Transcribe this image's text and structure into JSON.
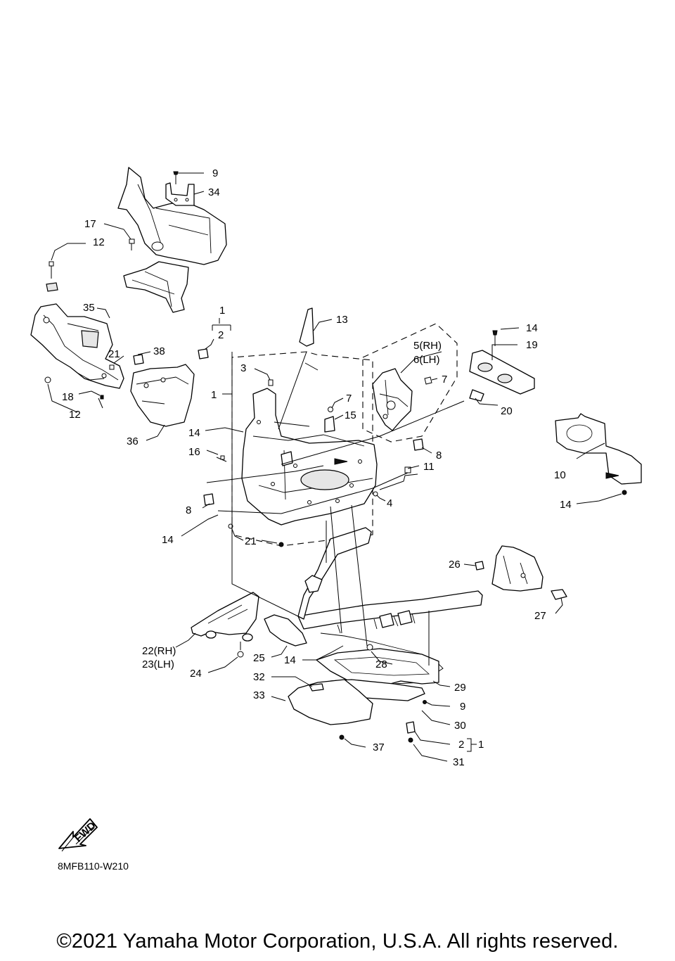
{
  "callouts": [
    {
      "id": "c9a",
      "text": "9"
    },
    {
      "id": "c34",
      "text": "34"
    },
    {
      "id": "c17",
      "text": "17"
    },
    {
      "id": "c12a",
      "text": "12"
    },
    {
      "id": "c35",
      "text": "35"
    },
    {
      "id": "c1a",
      "text": "1"
    },
    {
      "id": "c2a",
      "text": "2"
    },
    {
      "id": "c13",
      "text": "13"
    },
    {
      "id": "c14a",
      "text": "14"
    },
    {
      "id": "c19",
      "text": "19"
    },
    {
      "id": "c5",
      "text": "5(RH)"
    },
    {
      "id": "c6",
      "text": "6(LH)"
    },
    {
      "id": "c38",
      "text": "38"
    },
    {
      "id": "c21a",
      "text": "21"
    },
    {
      "id": "c3",
      "text": "3"
    },
    {
      "id": "c7a",
      "text": "7"
    },
    {
      "id": "c7b",
      "text": "7"
    },
    {
      "id": "c1b",
      "text": "1"
    },
    {
      "id": "c18",
      "text": "18"
    },
    {
      "id": "c12b",
      "text": "12"
    },
    {
      "id": "c15",
      "text": "15"
    },
    {
      "id": "c20",
      "text": "20"
    },
    {
      "id": "c36",
      "text": "36"
    },
    {
      "id": "c14b",
      "text": "14"
    },
    {
      "id": "c16",
      "text": "16"
    },
    {
      "id": "c8a",
      "text": "8"
    },
    {
      "id": "c11",
      "text": "11"
    },
    {
      "id": "c10",
      "text": "10"
    },
    {
      "id": "c8b",
      "text": "8"
    },
    {
      "id": "c4",
      "text": "4"
    },
    {
      "id": "c14c",
      "text": "14"
    },
    {
      "id": "c14d",
      "text": "14"
    },
    {
      "id": "c21b",
      "text": "21"
    },
    {
      "id": "c26",
      "text": "26"
    },
    {
      "id": "c27",
      "text": "27"
    },
    {
      "id": "c22",
      "text": "22(RH)"
    },
    {
      "id": "c23",
      "text": "23(LH)"
    },
    {
      "id": "c25",
      "text": "25"
    },
    {
      "id": "c14e",
      "text": "14"
    },
    {
      "id": "c28",
      "text": "28"
    },
    {
      "id": "c24",
      "text": "24"
    },
    {
      "id": "c32",
      "text": "32"
    },
    {
      "id": "c29",
      "text": "29"
    },
    {
      "id": "c33",
      "text": "33"
    },
    {
      "id": "c9b",
      "text": "9"
    },
    {
      "id": "c30",
      "text": "30"
    },
    {
      "id": "c2b",
      "text": "2"
    },
    {
      "id": "c1c",
      "text": "1"
    },
    {
      "id": "c37",
      "text": "37"
    },
    {
      "id": "c31",
      "text": "31"
    }
  ],
  "fwd_label": "FWD",
  "diagram_code": "8MFB110-W210",
  "copyright": "©2021 Yamaha Motor Corporation, U.S.A. All rights reserved."
}
